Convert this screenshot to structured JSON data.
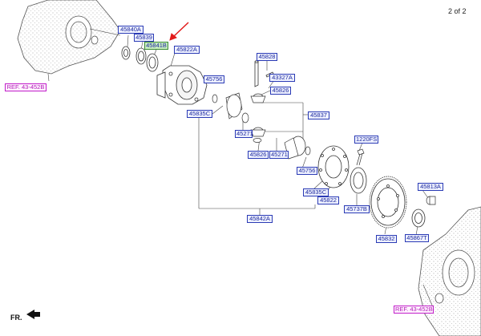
{
  "pager": "2 of 2",
  "direction_label": "FR.",
  "labels": {
    "c45840A": "45840A",
    "c45839": "45839",
    "c45841B": "45841B",
    "c45822A": "45822A",
    "c45828": "45828",
    "c43327A": "43327A",
    "c45826a": "45826",
    "c45756a": "45756",
    "c45835Ca": "45835C",
    "c45837": "45837",
    "c45271a": "45271",
    "c45826b": "45826",
    "c45271b": "45271",
    "c1220FS": "1220FS",
    "c45756b": "45756",
    "c45835Cb": "45835C",
    "c45822": "45822",
    "c45813A": "45813A",
    "c45737B": "45737B",
    "c45842A": "45842A",
    "c45832": "45832",
    "c45867T": "45867T",
    "ref_top": "REF. 43-452B",
    "ref_bottom": "REF. 43-452B"
  },
  "colors": {
    "label_border": "#2b3bb5",
    "label_text": "#1e2a9e",
    "highlight_fill": "#c8ecc0",
    "ref_color": "#c11cc9",
    "pointer_arrow": "#e21b1b"
  }
}
